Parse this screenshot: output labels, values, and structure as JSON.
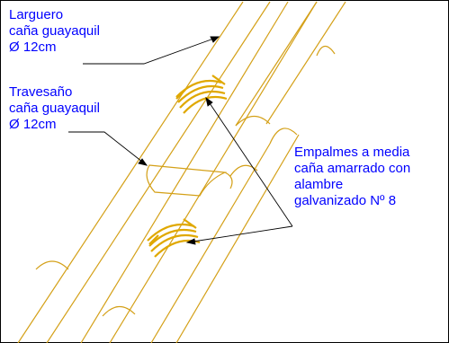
{
  "labels": {
    "larguero": [
      "Larguero",
      "caña guayaquil",
      "Ø 12cm"
    ],
    "travesano": [
      "Travesaño",
      "caña guayaquil",
      "Ø 12cm"
    ],
    "empalmes": [
      "Empalmes a media",
      "caña amarrado con",
      "alambre",
      "galvanizado Nº 8"
    ]
  },
  "colors": {
    "cane": "#d4a017",
    "lashing": "#e0a800",
    "text": "#0000ff",
    "leader": "#000000",
    "frame": "#000000"
  }
}
